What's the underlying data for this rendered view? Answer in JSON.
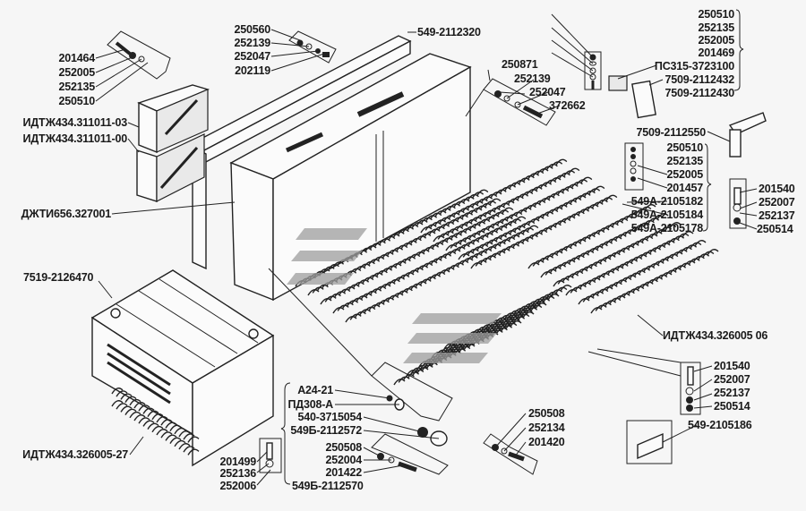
{
  "diagram": {
    "title": "Exploded parts diagram — resistor / starting resistor assembly",
    "colors": {
      "ink": "#1a1a1a",
      "paper": "#f6f6f6",
      "watermark": "#9a9a9a"
    },
    "labels": {
      "top_left_fasteners": [
        "201464",
        "252005",
        "252135",
        "250510"
      ],
      "left_covers": [
        "ИДТЖ434.311011-03",
        "ИДТЖ434.311011-00"
      ],
      "housing": "ДЖТИ656.327001",
      "top_center_fasteners": [
        "250560",
        "252139",
        "252047",
        "202119"
      ],
      "rail": "549-2112320",
      "center_fasteners": [
        "250871",
        "252139",
        "252047",
        "372662"
      ],
      "top_right_fasteners": [
        "250510",
        "252135",
        "252005",
        "201469"
      ],
      "top_right_parts": [
        "ПС315-3723100",
        "7509-2112432",
        "7509-2112430"
      ],
      "bracket": "7509-2112550",
      "right_stack": [
        "250510",
        "252135",
        "252005",
        "201457",
        "549А-2105182",
        "549А-2105184",
        "549А-2105178"
      ],
      "right_small_stack": [
        "201540",
        "252007",
        "252137",
        "250514"
      ],
      "resistor_block_right": "ИДТЖ434.326005 06",
      "lower_right_stack": [
        "201540",
        "252007",
        "252137",
        "250514"
      ],
      "lower_right_plate": "549-2105186",
      "left_box": "7519-2126470",
      "left_box_resistor": "ИДТЖ434.326005-27",
      "left_box_fasteners": [
        "201499",
        "252136",
        "252006"
      ],
      "bottom_center_group": [
        "А24-21",
        "ПД308-А",
        "540-3715054",
        "549Б-2112572",
        "250508",
        "252004",
        "201422",
        "549Б-2112570"
      ],
      "bottom_right_fasteners": [
        "250508",
        "252134",
        "201420"
      ]
    }
  }
}
